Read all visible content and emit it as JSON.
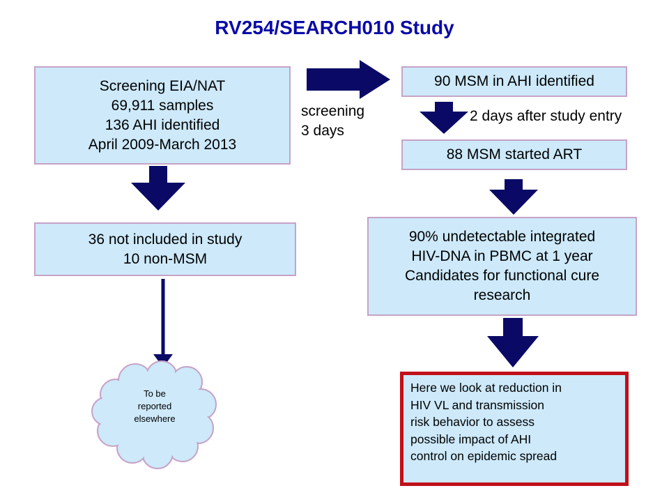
{
  "title": "RV254/SEARCH010  Study",
  "screening": {
    "lines": [
      "Screening EIA/NAT",
      "69,911 samples",
      "136 AHI identified",
      "April 2009-March 2013"
    ]
  },
  "arrow_screening_label": [
    "screening",
    "3 days"
  ],
  "identified": "90 MSM in AHI identified",
  "after_entry_label": "2 days after study entry",
  "started_art": "88 MSM started ART",
  "not_included": {
    "lines": [
      "36 not included in study",
      "10 non-MSM"
    ]
  },
  "undetectable": {
    "lines": [
      "90% undetectable integrated",
      "HIV-DNA in PBMC at 1 year",
      "Candidates for functional cure",
      "research"
    ]
  },
  "cloud": {
    "lines": [
      "To be",
      "reported",
      "elsewhere"
    ]
  },
  "focus": {
    "lines": [
      "Here we look at reduction in",
      "HIV VL and transmission",
      "risk behavior to assess",
      "possible impact of AHI",
      "control on epidemic spread"
    ]
  },
  "colors": {
    "title": "#0a0aa8",
    "box_fill": "#cde9fa",
    "box_border": "#c7a2c7",
    "arrow": "#0a0a66",
    "highlight_border": "#c0101a"
  }
}
